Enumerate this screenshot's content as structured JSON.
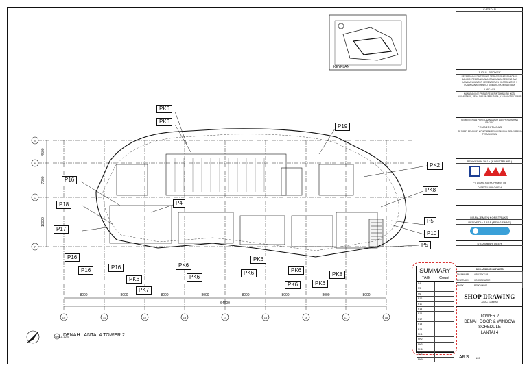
{
  "title_block": {
    "catatan_header": "CATATAN",
    "judul_proyek_header": "JUDUL PROYEK",
    "judul_proyek_text": "PEKERJAAN KONSTRUKSI TERINTEGRASI RANCANG BANGUN PEMBANGUNAN BANGUNAN GEDUNG DAN KAWASAN KANTOR KEMENTERIAN KOORDINATOR 1 (KAWASAN KEMENKO) DI IBU KOTA NUSANTARA",
    "lokasi_header": "LOKASI",
    "lokasi_text": "KAWASAN INTI PUSAT PEMERINTAHAN IBU KOTA NUSANTARA, PENAJAM PASER UTARA, KALIMANTAN TIMUR",
    "owner_text": "KEMENTERIAN PEKERJAAN UMUM DAN PERUMAHAN RAKYAT",
    "pemberi_tugas_header": "PEMBERI TUGAS",
    "pemberi_tugas_text": "PEJABAT PEMBUAT KOMITMEN PELAKSANAAN PRASARANA PERMUKIMAN",
    "penyedia_header": "PENYEDIA JASA (KONSTRUKSI)",
    "penyedia_text": "PT. WIJAYA KARYA (Persero) Tbk",
    "disetujui_header": "DISETUJUI OLEH",
    "manajemen_header": "MANAJEMEN KONSTRUKSI",
    "pengawas_header": "PENYEDIA JASA (PENGAWAS)",
    "digambar_header": "DIGAMBAR OLEH",
    "sign_label": "Nama",
    "drawn_title": "DENI ARSENIS KUSTANTO",
    "rows": [
      {
        "k": "DIGAMBAR",
        "v": "ARSITEKTUR"
      },
      {
        "k": "DISETUJUI",
        "v": "KOORDINATOR"
      },
      {
        "k": "DICEK",
        "v": "PENGAWAS"
      }
    ],
    "drawing_type": "SHOP DRAWING",
    "drawing_subtitle": "JUDUL GAMBAR",
    "tower": "TOWER 2",
    "schedule": "DENAH DOOR & WINDOW SCHEDULE",
    "floor": "LANTAI 4",
    "discipline": "ARS",
    "sheet_no": "105"
  },
  "keyplan_label": "KEYPLAN",
  "caption": "DENAH LANTAI 4 TOWER 2",
  "scale_text": "SKALA 1:200",
  "summary": {
    "title": "SUMMARY",
    "col_tag": "TAG",
    "col_count": "Count",
    "rows": [
      {
        "tag": "P4",
        "count": ""
      },
      {
        "tag": "P5",
        "count": ""
      },
      {
        "tag": "P6",
        "count": ""
      },
      {
        "tag": "P10",
        "count": ""
      },
      {
        "tag": "P11",
        "count": ""
      },
      {
        "tag": "P15",
        "count": ""
      },
      {
        "tag": "P16",
        "count": ""
      },
      {
        "tag": "P17",
        "count": ""
      },
      {
        "tag": "P18",
        "count": ""
      },
      {
        "tag": "P19",
        "count": ""
      },
      {
        "tag": "PK1",
        "count": ""
      },
      {
        "tag": "PK2",
        "count": ""
      },
      {
        "tag": "PK3",
        "count": ""
      },
      {
        "tag": "PK6",
        "count": ""
      },
      {
        "tag": "PK8",
        "count": ""
      },
      {
        "tag": "PK9",
        "count": ""
      }
    ]
  },
  "tags": {
    "pk6_a": "PK6",
    "pk6_b": "PK6",
    "p19": "P19",
    "pk2": "PK2",
    "pk8_r": "PK8",
    "p16_a": "P16",
    "p18": "P18",
    "p4": "P4",
    "p17": "P17",
    "p5_a": "P5",
    "p10": "P10",
    "p5_b": "P5",
    "p16_b": "P16",
    "p16_c": "P16",
    "p16_d": "P16",
    "pk6_c": "PK6",
    "pk6_d": "PK6",
    "pk6_e": "PK6",
    "pk6_f": "PK6",
    "pk6_g": "PK6",
    "pk6_h": "PK6",
    "pk6_i": "PK6",
    "pk7": "PK7",
    "pk6_j": "PK6",
    "pk8_b": "PK8"
  },
  "dims": {
    "bay": "8000",
    "total": "64000",
    "left_a": "4500",
    "left_b": "7000",
    "left_c": "10000"
  },
  "grid_cols": [
    "10",
    "11",
    "12",
    "13",
    "14",
    "15",
    "16",
    "17",
    "18"
  ],
  "grid_rows": [
    "M",
    "N",
    "O",
    "P"
  ]
}
